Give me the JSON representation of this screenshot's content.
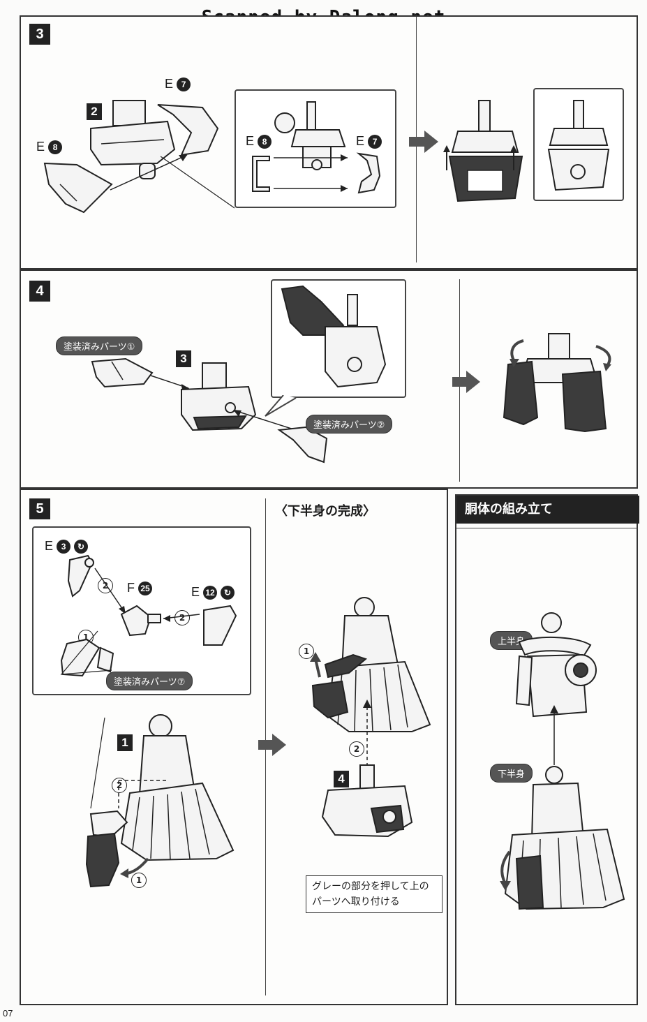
{
  "watermark": "Scanned by Dalong.net",
  "page_number": "07",
  "step3": {
    "number": "3",
    "base_part": "2",
    "label_e7": "E",
    "num_e7": "7",
    "label_e8": "E",
    "num_e8": "8",
    "inset_label_e8": "E",
    "inset_num_e8": "8",
    "inset_label_e7": "E",
    "inset_num_e7": "7"
  },
  "step4": {
    "number": "4",
    "base_part": "3",
    "painted_part_1": "塗装済みパーツ①",
    "painted_part_2": "塗装済みパーツ②"
  },
  "step5": {
    "number": "5",
    "label_e3": "E",
    "num_e3": "3",
    "label_f25": "F",
    "num_f25": "25",
    "label_e12": "E",
    "num_e12": "12",
    "order_2a": "2",
    "order_2b": "2",
    "order_1": "1",
    "painted_part_7": "塗装済みパーツ⑦",
    "body_part": "1",
    "order_2c": "2",
    "order_1b": "1"
  },
  "lower_body_complete": {
    "title": "〈下半身の完成〉",
    "order_1": "1",
    "order_2": "2",
    "part_4": "4",
    "note": "グレーの部分を押して上のパーツへ取り付ける"
  },
  "torso_assembly": {
    "title": "胴体の組み立て",
    "upper_body": "上半身",
    "lower_body": "下半身"
  }
}
